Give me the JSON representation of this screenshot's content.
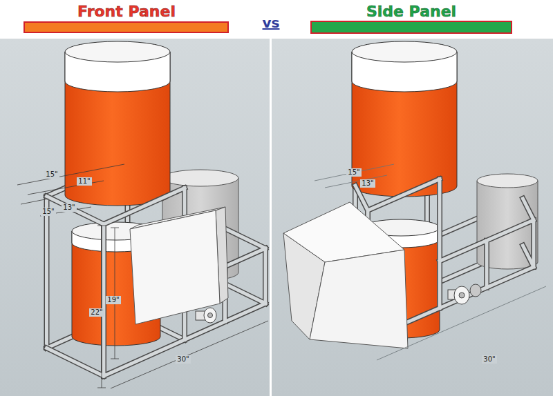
{
  "diagram": {
    "labels": [
      "Front Panel",
      "vs",
      "Side Panel",
      "15\"",
      "11\"",
      "15\"",
      "13\"",
      "22\"",
      "19\"",
      "30\"",
      "15\"",
      "13\"",
      "30\""
    ]
  }
}
